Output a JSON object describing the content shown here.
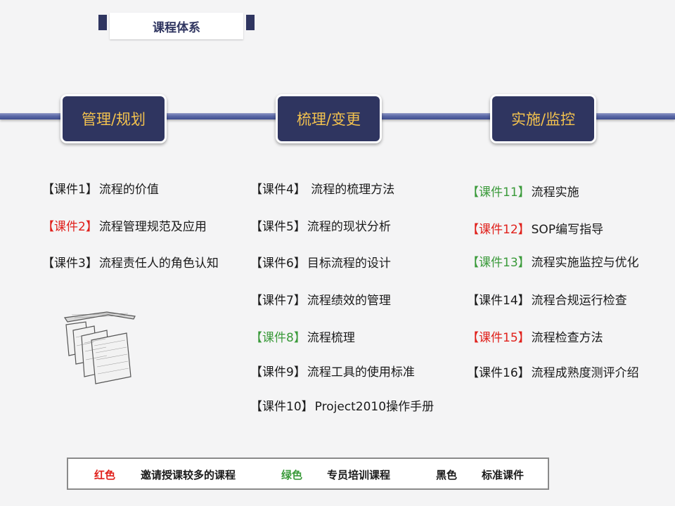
{
  "title": "课程体系",
  "phases": [
    "管理/规划",
    "梳理/变更",
    "实施/监控"
  ],
  "columns": [
    {
      "courses": [
        {
          "tag": "【课件1】",
          "name": "流程的价值",
          "color": "black"
        },
        {
          "tag": "【课件2】",
          "name": "流程管理规范及应用",
          "color": "red"
        },
        {
          "tag": "【课件3】",
          "name": "流程责任人的角色认知",
          "color": "black"
        }
      ]
    },
    {
      "courses": [
        {
          "tag": "【课件4】",
          "name": " 流程的梳理方法",
          "color": "black"
        },
        {
          "tag": "【课件5】",
          "name": "流程的现状分析",
          "color": "black"
        },
        {
          "tag": "【课件6】",
          "name": "目标流程的设计",
          "color": "black"
        },
        {
          "tag": "【课件7】",
          "name": "流程绩效的管理",
          "color": "black"
        },
        {
          "tag": "【课件8】",
          "name": "流程梳理",
          "color": "green"
        },
        {
          "tag": "【课件9】",
          "name": "流程工具的使用标准",
          "color": "black"
        },
        {
          "tag": "【课件10】",
          "name": "Project2010操作手册",
          "color": "black"
        }
      ]
    },
    {
      "courses": [
        {
          "tag": "【课件11】",
          "name": "流程实施",
          "color": "green"
        },
        {
          "tag": "【课件12】",
          "name": "SOP编写指导",
          "color": "red"
        },
        {
          "tag": "【课件13】",
          "name": "流程实施监控与优化",
          "color": "green"
        },
        {
          "tag": "【课件14】",
          "name": "流程合规运行检查",
          "color": "black"
        },
        {
          "tag": "【课件15】",
          "name": "流程检查方法",
          "color": "red"
        },
        {
          "tag": "【课件16】",
          "name": "流程成熟度测评介绍",
          "color": "black"
        }
      ]
    }
  ],
  "legend": {
    "red_label": "红色",
    "red_desc": "邀请授课较多的课程",
    "green_label": "绿色",
    "green_desc": "专员培训课程",
    "black_label": "黑色",
    "black_desc": "标准课件"
  },
  "colors": {
    "red": "#e0201b",
    "green": "#3a9a3a",
    "black": "#1a1a1a",
    "navy": "#2f3560",
    "gold": "#f2c14e"
  },
  "icons": [
    "folders-sketch-icon"
  ]
}
